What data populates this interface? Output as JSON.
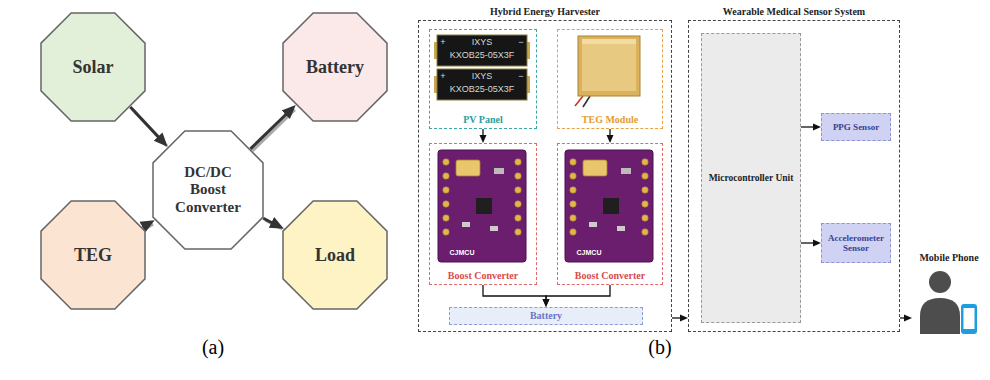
{
  "diagram": {
    "nodes": [
      {
        "text": [
          "Solar"
        ]
      },
      {
        "text": [
          "DC/DC Boost Converter"
        ]
      },
      {
        "text": [
          "Battery"
        ]
      },
      {
        "text": [
          "TEG"
        ]
      },
      {
        "text": [
          "Load"
        ]
      },
      {
        "text": [
          "Hybrid Energy Harvester"
        ]
      },
      {
        "text": [
          "PV Panel"
        ],
        "in": 5
      },
      {
        "text": [
          "TEG Module"
        ],
        "in": 5
      },
      {
        "text": [
          "Boost Converter"
        ],
        "in": 5
      },
      {
        "text": [
          "Boost Converter"
        ],
        "in": 5
      },
      {
        "text": [
          "Battery"
        ],
        "in": 5
      },
      {
        "text": [
          "Wearable Medical Sensor System"
        ]
      },
      {
        "text": [
          "Microcontroller Unit"
        ],
        "in": 11
      },
      {
        "text": [
          "PPG Sensor"
        ],
        "in": 11
      },
      {
        "text": [
          "Accelerometer Sensor"
        ],
        "in": 11
      },
      {
        "text": [
          "Mobile Phone"
        ]
      }
    ],
    "edges": [
      {
        "from": 0,
        "to": 1,
        "arrow": "to"
      },
      {
        "from": 3,
        "to": 1,
        "arrow": "to"
      },
      {
        "from": 1,
        "to": 2,
        "arrow": "to"
      },
      {
        "from": 1,
        "to": 4,
        "arrow": "to"
      },
      {
        "from": 6,
        "to": 8,
        "arrow": "to"
      },
      {
        "from": 7,
        "to": 9,
        "arrow": "to"
      },
      {
        "from": 8,
        "to": 10,
        "arrow": "to"
      },
      {
        "from": 9,
        "to": 10,
        "arrow": "to"
      },
      {
        "from": 5,
        "to": 11,
        "arrow": "to"
      },
      {
        "from": 12,
        "to": 13,
        "arrow": "to"
      },
      {
        "from": 12,
        "to": 14,
        "arrow": "to"
      },
      {
        "from": 11,
        "to": 15,
        "arrow": "to"
      }
    ],
    "labels": [
      "(a)",
      "(b)",
      "+",
      "IXYS",
      "−",
      "KXOB25-05X3F",
      "+",
      "IXYS",
      "−",
      "KXOB25-05X3F",
      "CJMCU",
      "CJMCU"
    ]
  }
}
